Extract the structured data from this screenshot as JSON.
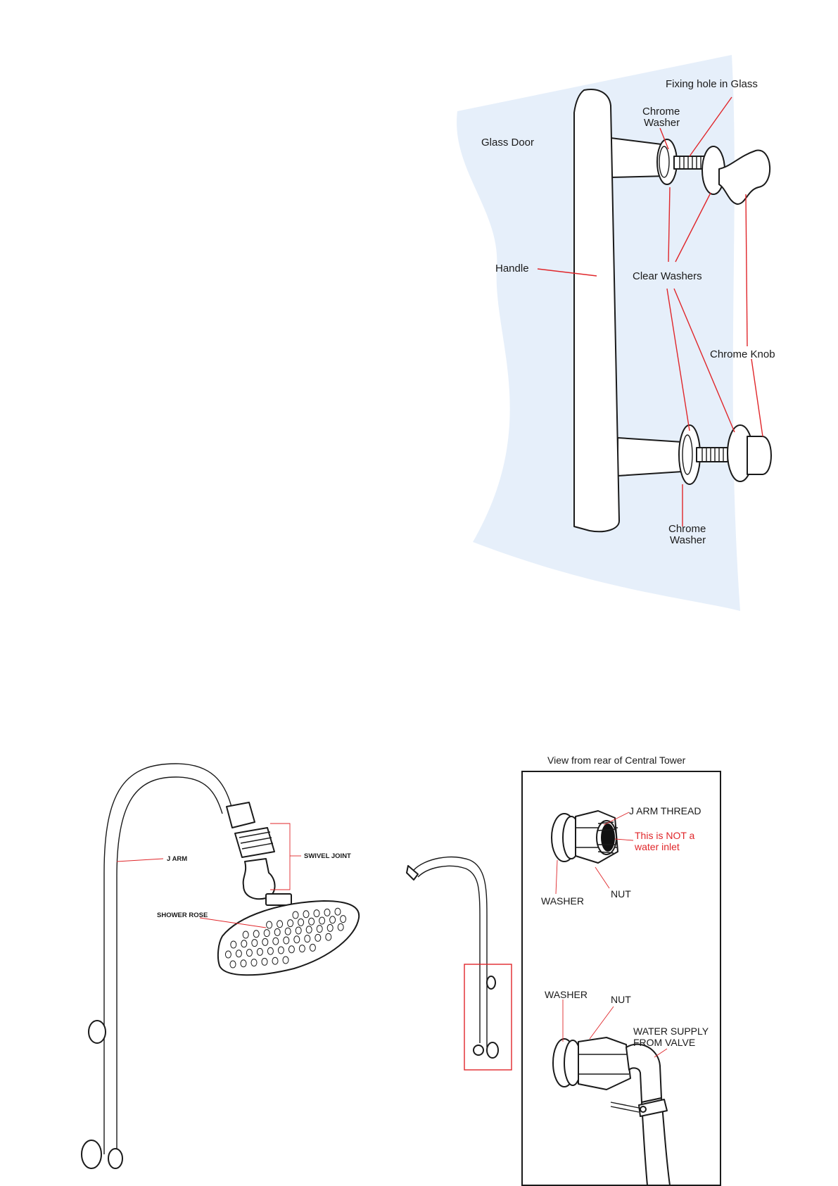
{
  "handle_diagram": {
    "labels": {
      "fixing_hole": "Fixing hole in Glass",
      "chrome_washer_top_1": "Chrome",
      "chrome_washer_top_2": "Washer",
      "glass_door": "Glass Door",
      "handle": "Handle",
      "clear_washers": "Clear Washers",
      "chrome_knob": "Chrome Knob",
      "chrome_washer_bottom_1": "Chrome",
      "chrome_washer_bottom_2": "Washer"
    },
    "colors": {
      "glass": "#e6effa",
      "leader": "#e0262a"
    }
  },
  "shower_diagram": {
    "labels": {
      "j_arm": "J ARM",
      "swivel_joint": "SWIVEL JOINT",
      "shower_rose": "SHOWER ROSE"
    }
  },
  "rear_view": {
    "title": "View from rear of Central Tower",
    "labels": {
      "j_arm_thread": "J ARM THREAD",
      "not_inlet_1": "This is NOT a",
      "not_inlet_2": "water inlet",
      "washer_top": "WASHER",
      "nut_top": "NUT",
      "washer_bottom": "WASHER",
      "nut_bottom": "NUT",
      "water_supply_1": "WATER SUPPLY",
      "water_supply_2": "FROM VALVE"
    }
  }
}
